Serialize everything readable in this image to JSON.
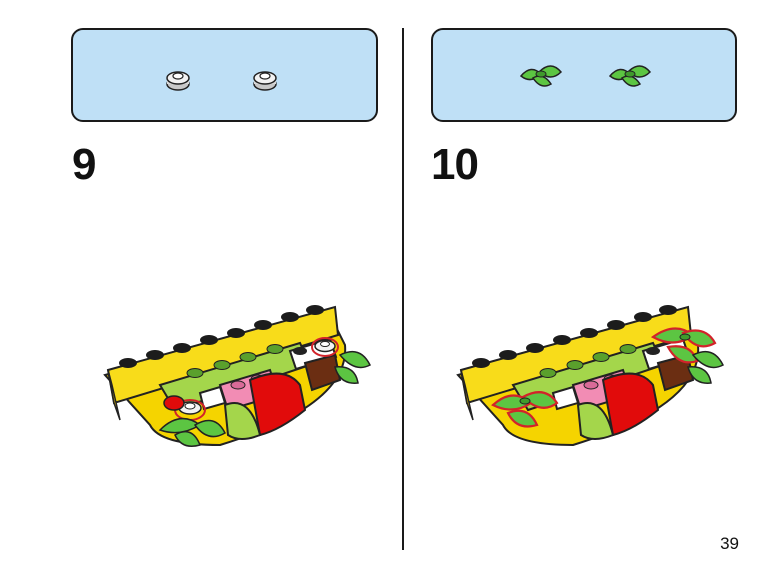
{
  "page": {
    "number": "39"
  },
  "steps": [
    {
      "number": "9",
      "parts": [
        {
          "icon": "white-round-plate-1x1-icon",
          "color": "#e6e6e6"
        },
        {
          "icon": "white-round-plate-1x1-icon",
          "color": "#e6e6e6"
        }
      ]
    },
    {
      "number": "10",
      "parts": [
        {
          "icon": "green-leaf-plant-piece-icon",
          "color": "#5cc542"
        },
        {
          "icon": "green-leaf-plant-piece-icon",
          "color": "#5cc542"
        }
      ]
    }
  ],
  "colors": {
    "parts_box_bg": "#bfe0f6",
    "brick_yellow": "#f5d400",
    "brick_lime": "#a4d64b",
    "brick_pink": "#f28cb4",
    "brick_red": "#e10b0b",
    "brick_brown": "#6b2e12",
    "leaf_green": "#5cc542",
    "highlight_red": "#d2232a"
  }
}
